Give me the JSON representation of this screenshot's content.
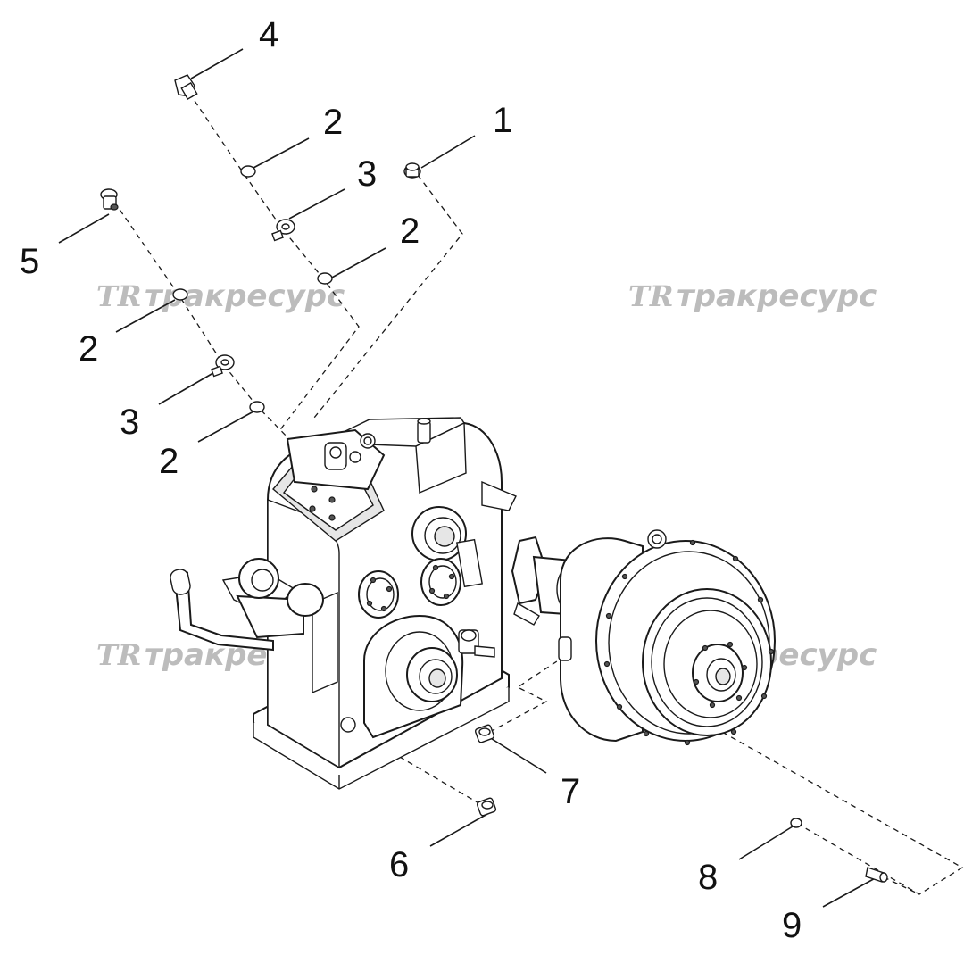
{
  "watermarks": [
    {
      "logo": "TR",
      "text": "тракресурс"
    },
    {
      "logo": "TR",
      "text": "тракресурс"
    },
    {
      "logo": "TR",
      "text": "тракресурс"
    },
    {
      "logo": "TR",
      "text": "тракресурс"
    }
  ],
  "callouts": {
    "c1": "1",
    "c2a": "2",
    "c2b": "2",
    "c2c": "2",
    "c2d": "2",
    "c3a": "3",
    "c3b": "3",
    "c4": "4",
    "c5": "5",
    "c6": "6",
    "c7": "7",
    "c8": "8",
    "c9": "9"
  }
}
